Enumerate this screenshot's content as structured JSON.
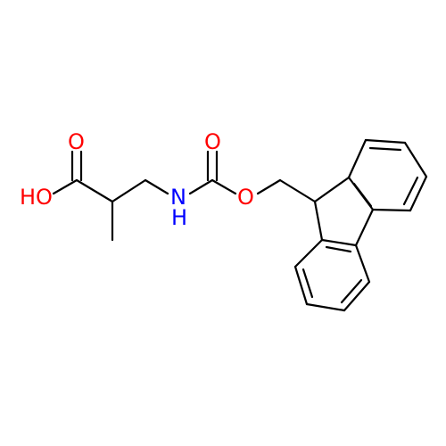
{
  "atoms": {
    "carbonyl_oxygen_acid": {
      "symbol": "O"
    },
    "hydroxyl": {
      "symbol": "HO"
    },
    "carbamate_carbonyl_oxygen": {
      "symbol": "O"
    },
    "carbamate_ester_oxygen": {
      "symbol": "O"
    },
    "amine_nitrogen": {
      "symbol": "N"
    },
    "amine_hydrogen": {
      "symbol": "H"
    }
  },
  "colors": {
    "bond": "#000000",
    "oxygen": "#ff0000",
    "nitrogen": "#0000ff"
  }
}
